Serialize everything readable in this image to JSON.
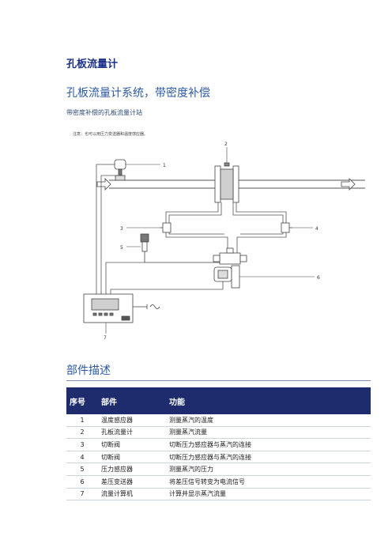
{
  "title": "孔板流量计",
  "subtitle": "孔板流量计系统，带密度补偿",
  "caption": "带密度补偿的孔板流量计站",
  "diagram": {
    "note": "注意：也可以用压力变送器和温度感应器。",
    "labels": [
      "1",
      "2",
      "3",
      "4",
      "5",
      "6",
      "7"
    ]
  },
  "section_title": "部件描述",
  "table": {
    "headers": [
      "序号",
      "部件",
      "功能"
    ],
    "rows": [
      [
        "1",
        "温度感应器",
        "测量蒸汽的温度"
      ],
      [
        "2",
        "孔板流量计",
        "测量蒸汽流量"
      ],
      [
        "3",
        "切断阀",
        "切断压力感应器与蒸汽的连接"
      ],
      [
        "4",
        "切断阀",
        "切断压力感应器与蒸汽的连接"
      ],
      [
        "5",
        "压力感应器",
        "测量蒸汽的压力"
      ],
      [
        "6",
        "差压变送器",
        "将差压信号转变为电流信号"
      ],
      [
        "7",
        "流量计算机",
        "计算并显示蒸汽流量"
      ]
    ]
  }
}
